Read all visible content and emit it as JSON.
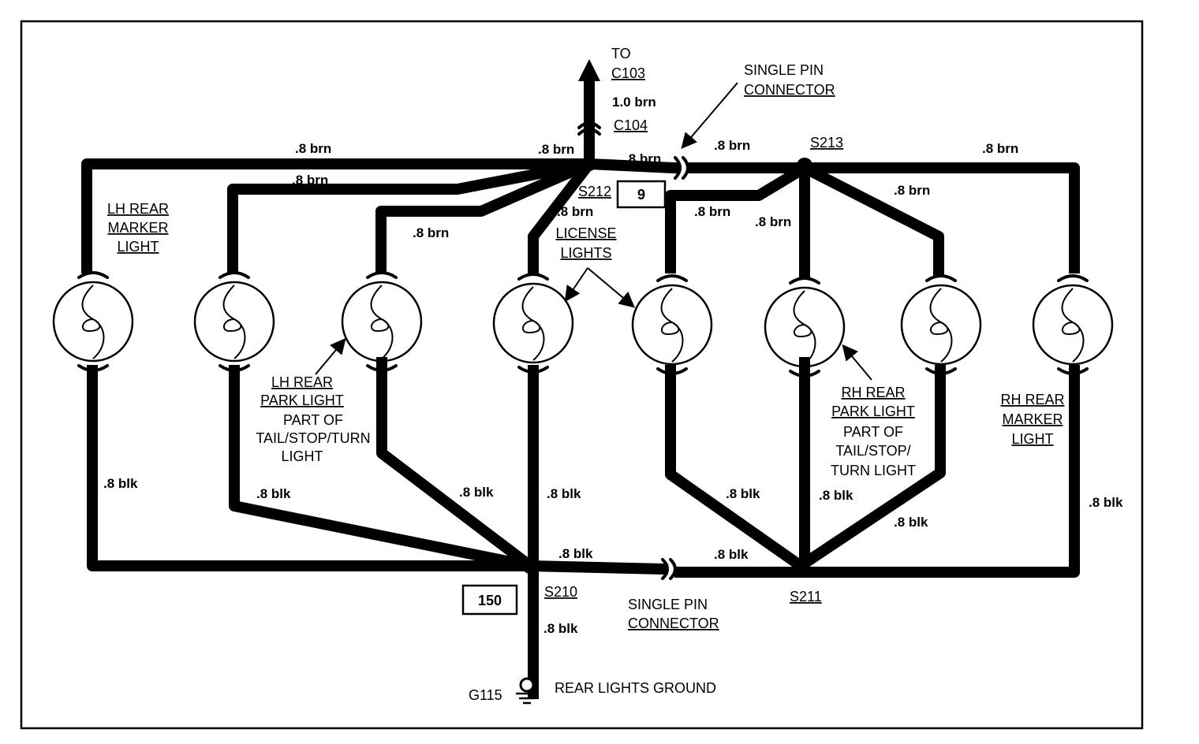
{
  "destination": {
    "to": "TO",
    "connector": "C103",
    "wire": "1.0 brn",
    "inline_connector": "C104"
  },
  "single_pin_top": {
    "line1": "SINGLE PIN",
    "line2": "CONNECTOR"
  },
  "single_pin_bottom": {
    "line1": "SINGLE PIN",
    "line2": "CONNECTOR"
  },
  "splices": {
    "s212": "S212",
    "s213": "S213",
    "s210": "S210",
    "s211": "S211"
  },
  "boxes": {
    "top": "9",
    "bottom": "150"
  },
  "wires": {
    "brn": ".8 brn",
    "blk": ".8 blk"
  },
  "components": {
    "lh_marker": [
      "LH REAR",
      "MARKER",
      "LIGHT"
    ],
    "lh_park": {
      "title": [
        "LH REAR",
        "PARK LIGHT"
      ],
      "desc": [
        "PART OF",
        "TAIL/STOP/TURN",
        "LIGHT"
      ]
    },
    "license": [
      "LICENSE",
      "LIGHTS"
    ],
    "rh_park": {
      "title": [
        "RH REAR",
        "PARK LIGHT"
      ],
      "desc": [
        "PART OF",
        "TAIL/STOP/",
        "TURN  LIGHT"
      ]
    },
    "rh_marker": [
      "RH REAR",
      "MARKER",
      "LIGHT"
    ]
  },
  "ground": {
    "id": "G115",
    "label": "REAR LIGHTS GROUND"
  }
}
